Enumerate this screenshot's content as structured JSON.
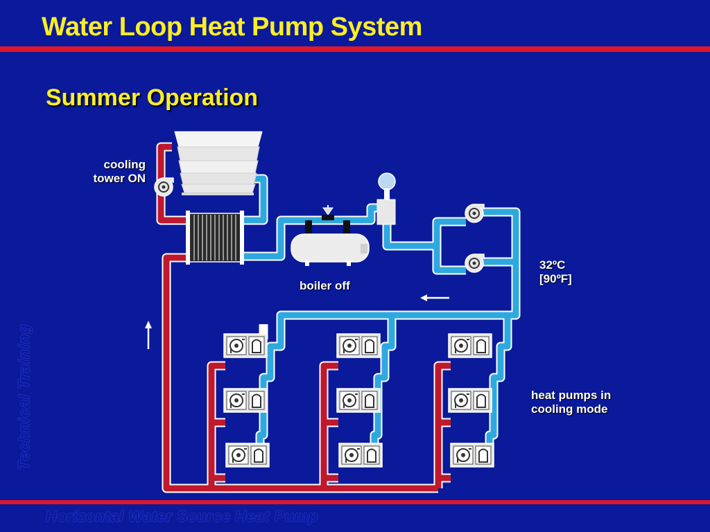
{
  "title": "Water Loop Heat Pump System",
  "subtitle": "Summer Operation",
  "labels": {
    "cooling_tower_line1": "cooling",
    "cooling_tower_line2": "tower ON",
    "boiler": "boiler off",
    "temp_c": "32ºC",
    "temp_f": "[90ºF]",
    "heat_pumps_line1": "heat pumps in",
    "heat_pumps_line2": "cooling mode"
  },
  "side_text": "Technical Training",
  "footer_text": "Horizontal Water Source Heat Pump",
  "colors": {
    "background": "#0a1a9a",
    "title": "#ffee22",
    "rule": "#e0162b",
    "supply_pipe": "#2fa8e0",
    "return_pipe": "#c0182c"
  },
  "heat_pump_units": [
    {
      "column": 1,
      "row": 1
    },
    {
      "column": 1,
      "row": 2
    },
    {
      "column": 1,
      "row": 3
    },
    {
      "column": 2,
      "row": 1
    },
    {
      "column": 2,
      "row": 2
    },
    {
      "column": 2,
      "row": 3
    },
    {
      "column": 3,
      "row": 1
    },
    {
      "column": 3,
      "row": 2
    },
    {
      "column": 3,
      "row": 3
    }
  ]
}
